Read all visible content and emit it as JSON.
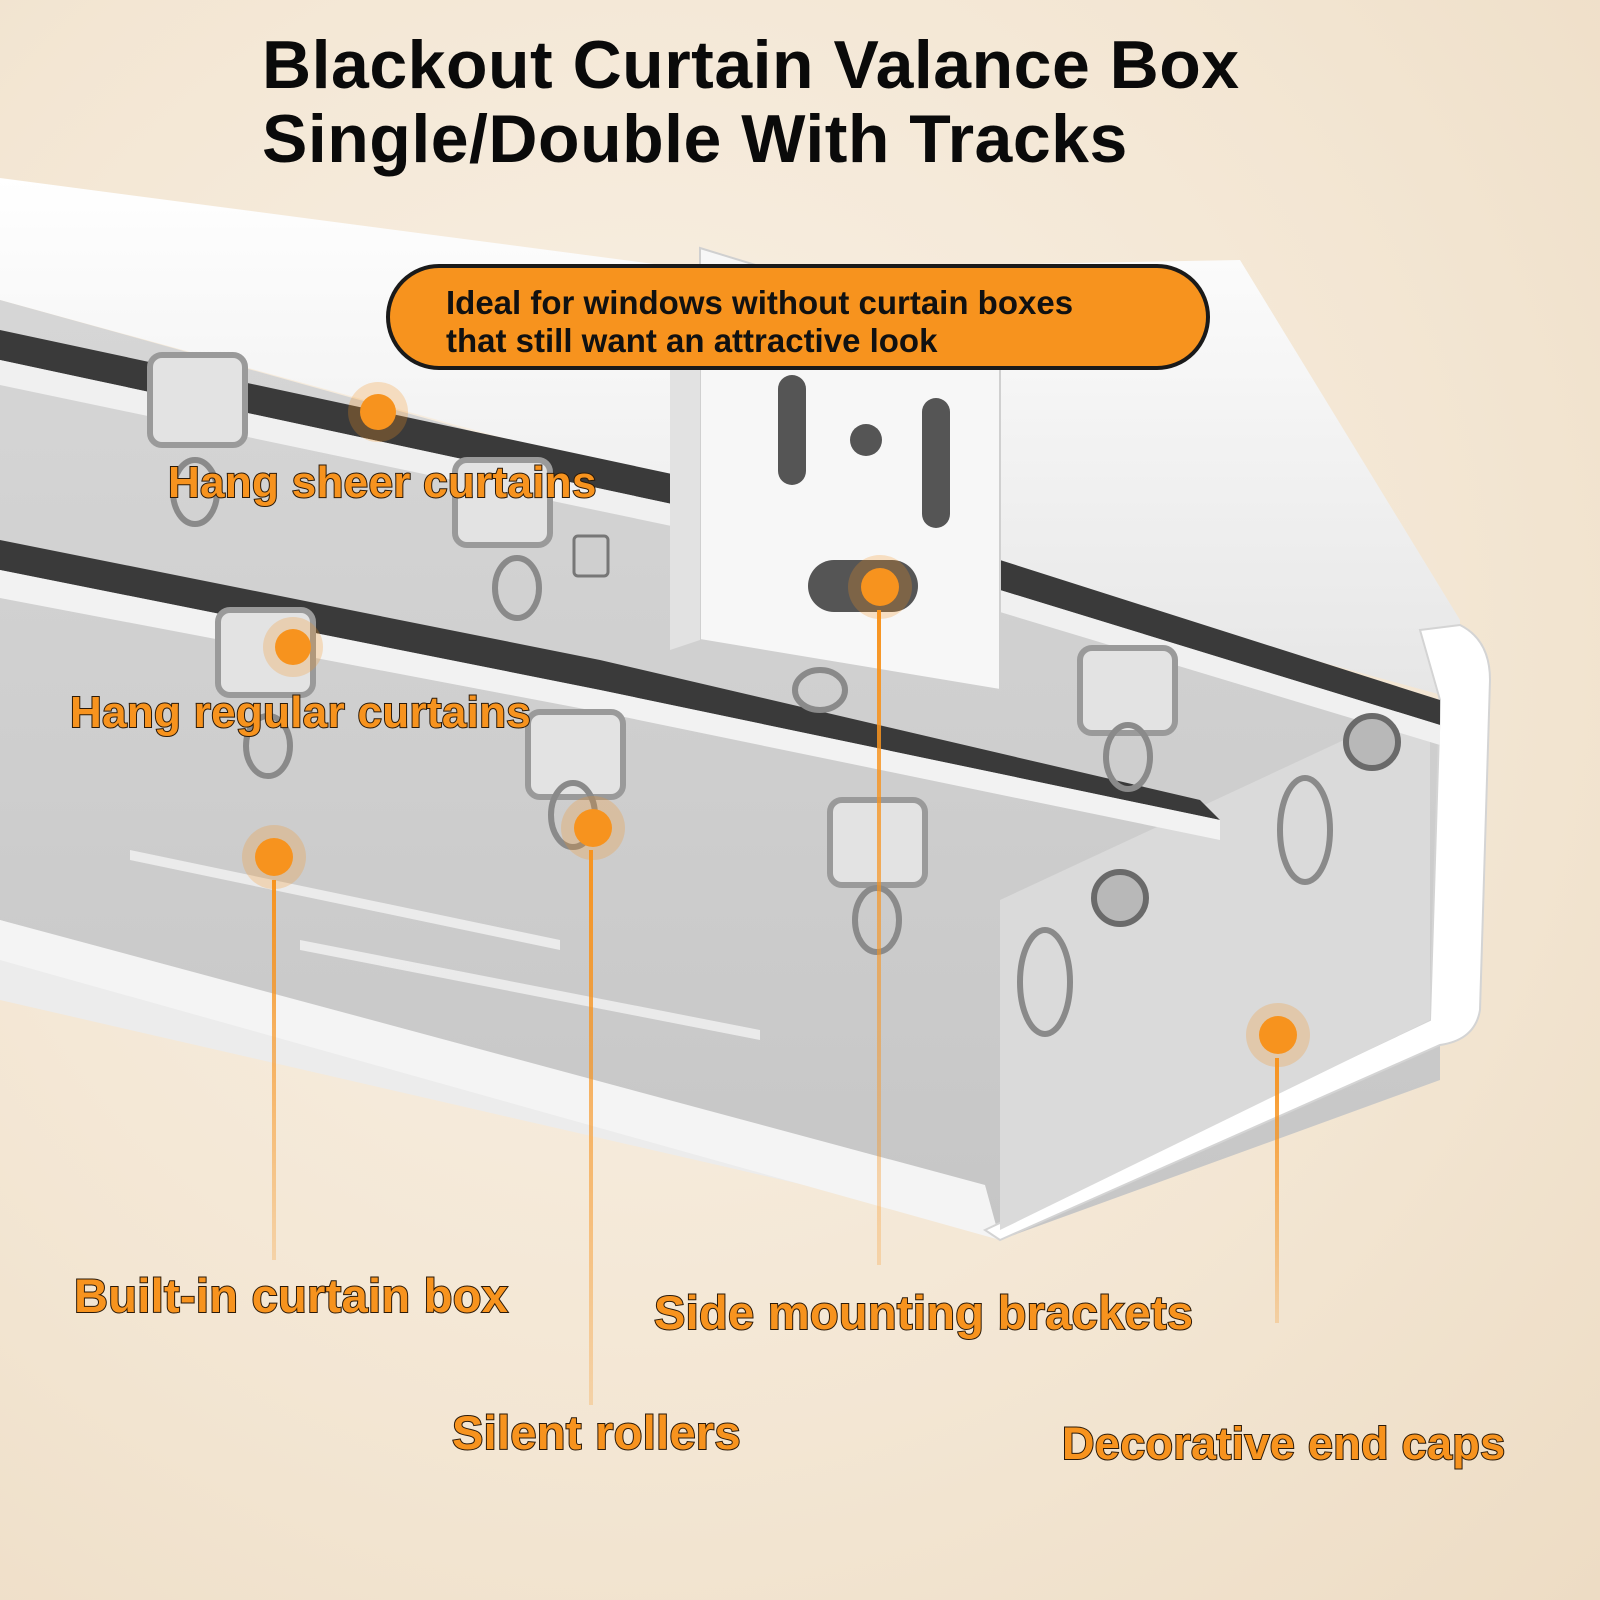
{
  "title": {
    "line1": "Blackout Curtain Valance Box",
    "line2": "Single/Double With Tracks"
  },
  "callout": {
    "line1": "Ideal for windows without curtain boxes",
    "line2": "that still want an attractive look"
  },
  "features": {
    "sheer": "Hang sheer curtains",
    "regular": "Hang regular curtains",
    "box": "Built-in curtain box",
    "brackets": "Side mounting brackets",
    "rollers": "Silent rollers",
    "endcaps": "Decorative end caps"
  },
  "colors": {
    "accent": "#f7931e",
    "background": "#f5ead9",
    "product": "#e8e8e8",
    "text": "#0a0a0a"
  }
}
